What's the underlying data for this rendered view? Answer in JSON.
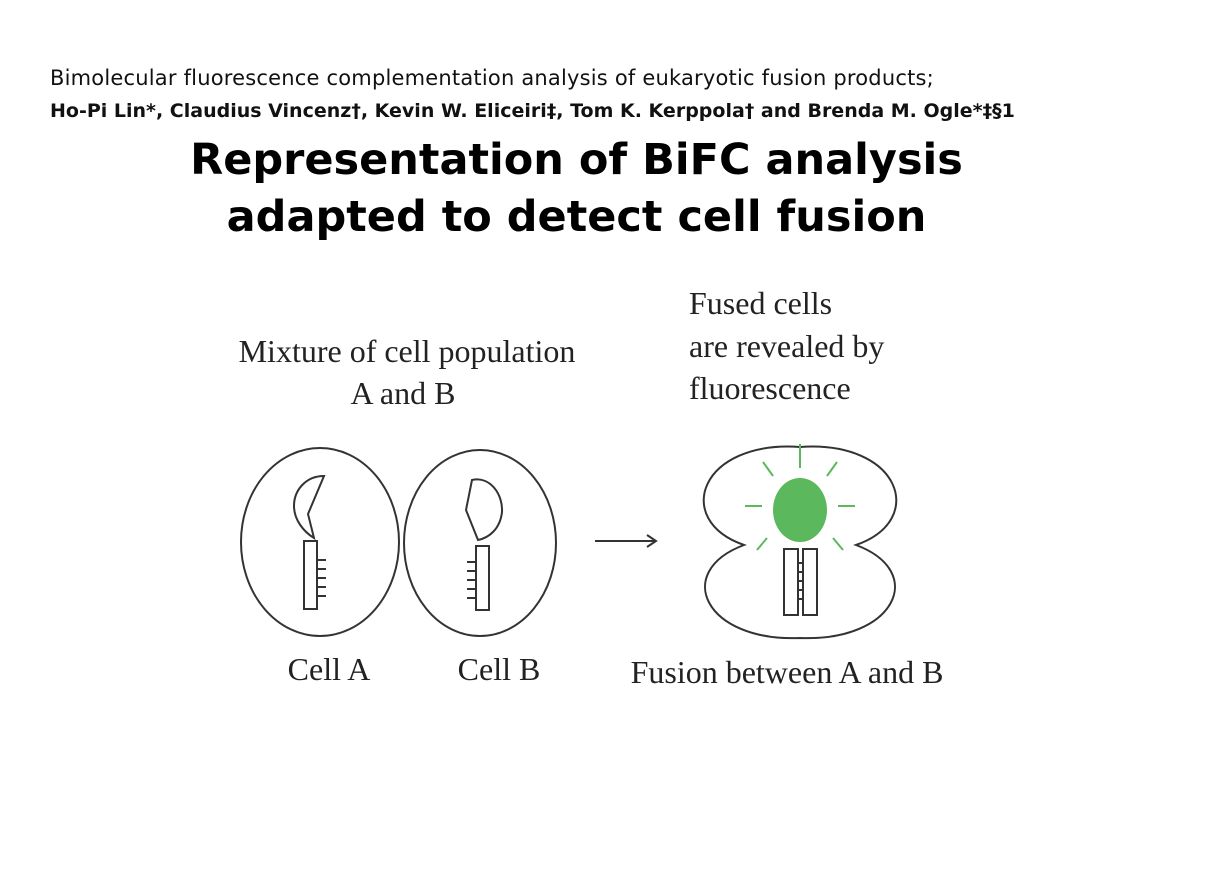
{
  "header": {
    "citation": "Bimolecular fluorescence complementation analysis of eukaryotic fusion products;",
    "authors": "Ho-Pi Lin*, Claudius Vincenz†, Kevin W. Eliceiri‡, Tom K. Kerppola† and Brenda M. Ogle*‡§1"
  },
  "title": {
    "line1": "Representation of BiFC analysis",
    "line2": "adapted to detect cell fusion"
  },
  "figure": {
    "mixture_label": {
      "line1": "Mixture of cell population",
      "line2": "A and B"
    },
    "fused_label": {
      "line1": "Fused cells",
      "line2": "are revealed by",
      "line3": "fluorescence"
    },
    "cell_a_label": "Cell A",
    "cell_b_label": "Cell B",
    "fusion_label": "Fusion between A and B",
    "colors": {
      "fluorescence": "#5cb85c",
      "line": "#333333"
    }
  }
}
